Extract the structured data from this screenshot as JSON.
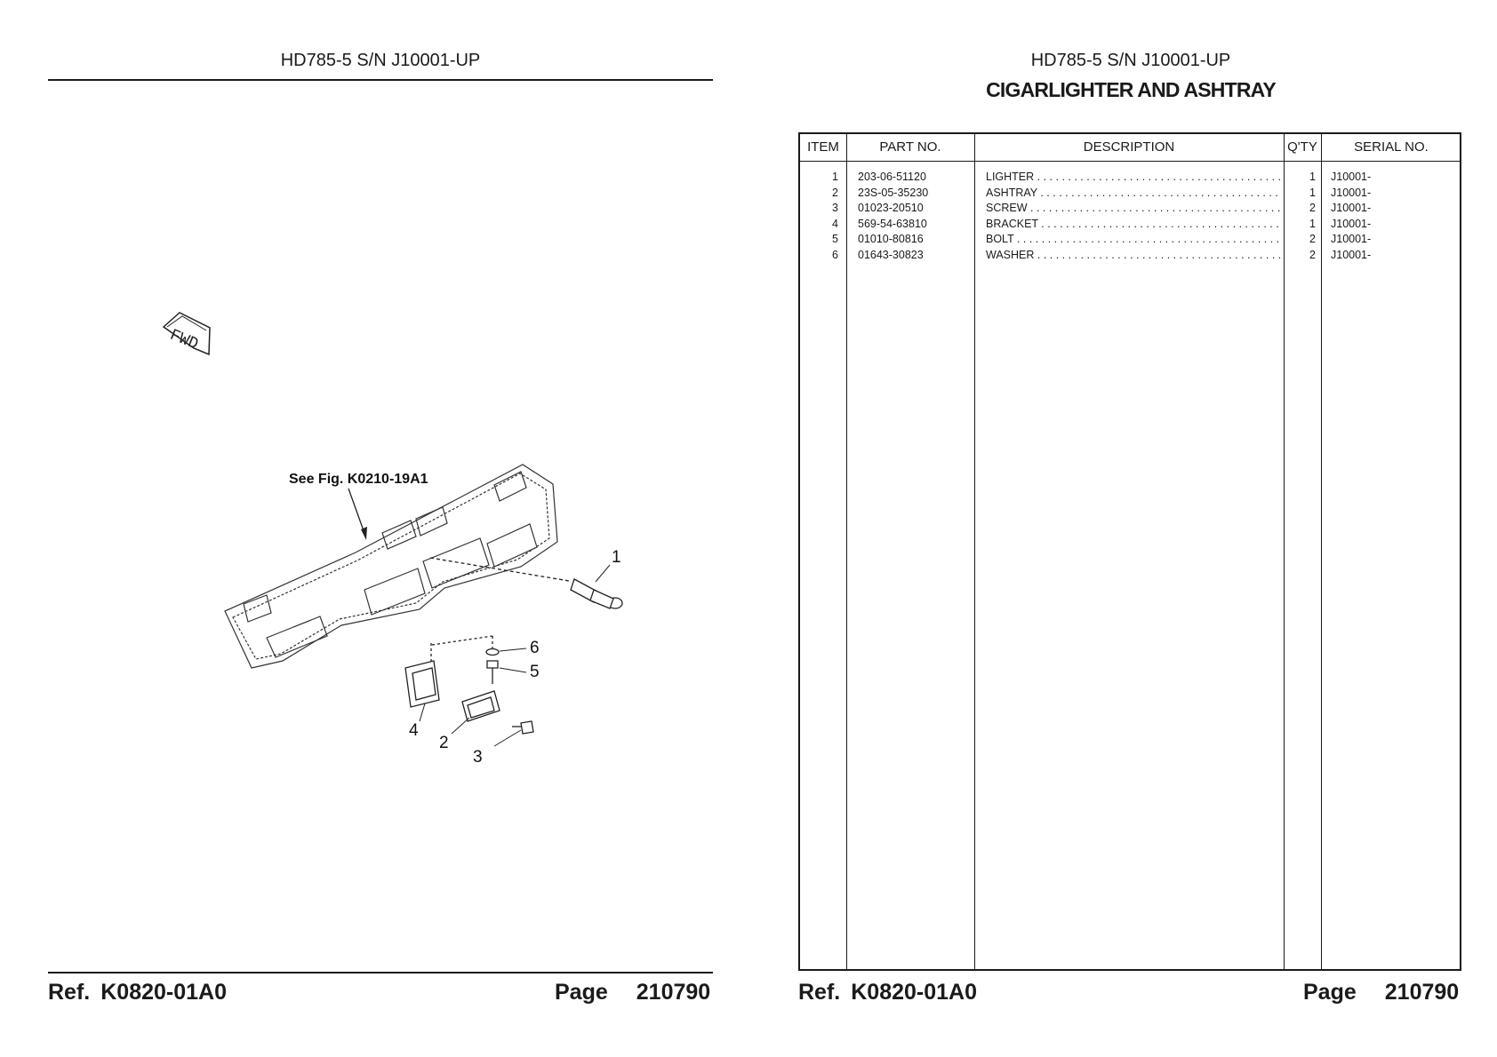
{
  "left_page": {
    "header": "HD785-5 S/N J10001-UP",
    "figure": {
      "fwd_label": "FWD",
      "see_fig_note": "See Fig. K0210-19A1",
      "callouts": [
        "1",
        "2",
        "3",
        "4",
        "5",
        "6"
      ]
    },
    "footer": {
      "ref_label": "Ref.",
      "ref_value": "K0820-01A0",
      "page_label": "Page",
      "page_value": "210790"
    }
  },
  "right_page": {
    "header": "HD785-5 S/N J10001-UP",
    "title": "CIGARLIGHTER AND ASHTRAY",
    "table": {
      "columns": [
        "ITEM",
        "PART NO.",
        "DESCRIPTION",
        "Q'TY",
        "SERIAL NO."
      ],
      "rows": [
        {
          "item": "1",
          "part_no": "203-06-51120",
          "description": "LIGHTER",
          "qty": "1",
          "serial": "J10001-"
        },
        {
          "item": "2",
          "part_no": "23S-05-35230",
          "description": "ASHTRAY",
          "qty": "1",
          "serial": "J10001-"
        },
        {
          "item": "3",
          "part_no": "01023-20510",
          "description": "SCREW",
          "qty": "2",
          "serial": "J10001-"
        },
        {
          "item": "4",
          "part_no": "569-54-63810",
          "description": "BRACKET",
          "qty": "1",
          "serial": "J10001-"
        },
        {
          "item": "5",
          "part_no": "01010-80816",
          "description": "BOLT",
          "qty": "2",
          "serial": "J10001-"
        },
        {
          "item": "6",
          "part_no": "01643-30823",
          "description": "WASHER",
          "qty": "2",
          "serial": "J10001-"
        }
      ]
    },
    "footer": {
      "ref_label": "Ref.",
      "ref_value": "K0820-01A0",
      "page_label": "Page",
      "page_value": "210790"
    }
  }
}
